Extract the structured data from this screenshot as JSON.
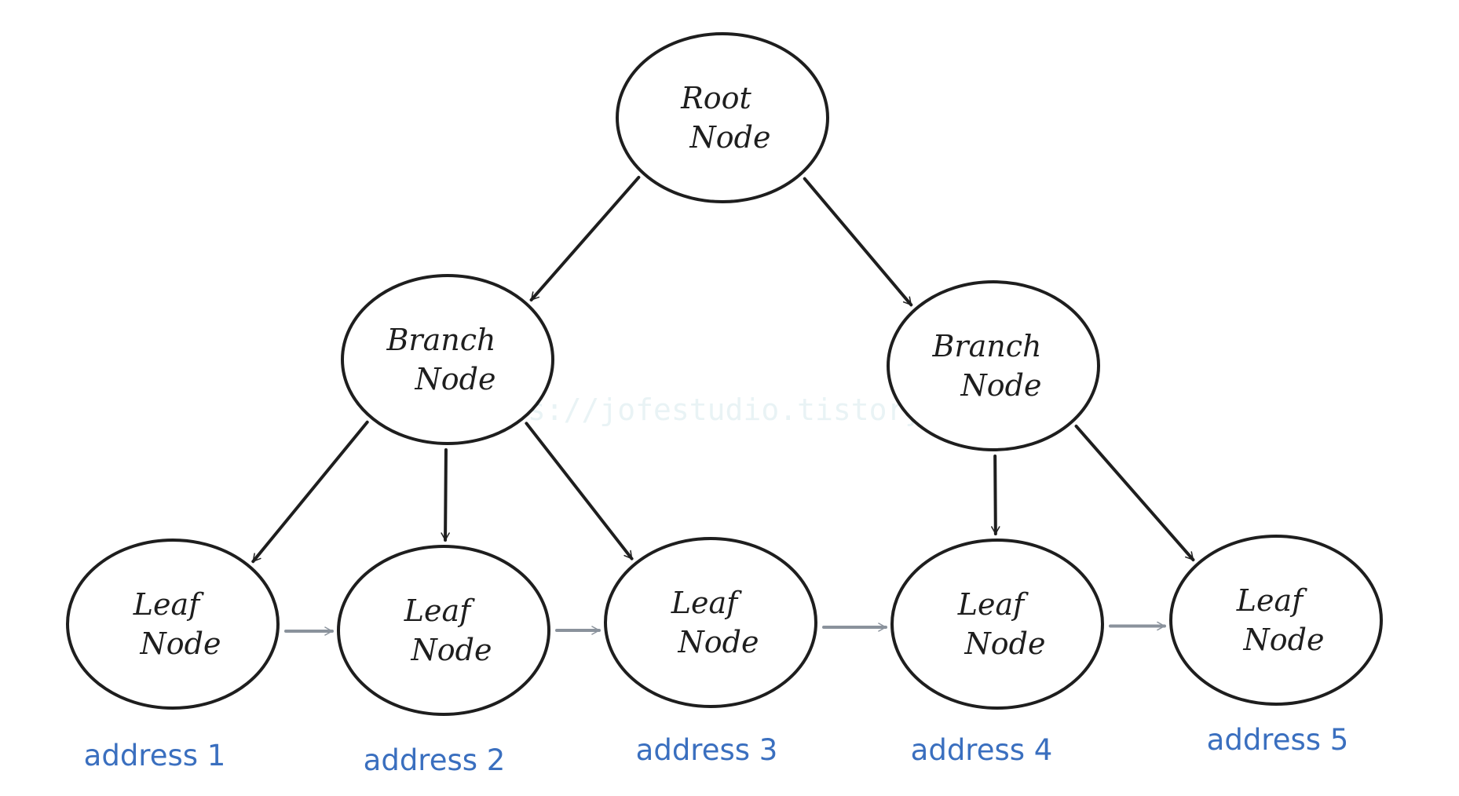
{
  "colors": {
    "ink": "#1e1e1e",
    "address": "#3a6fbf",
    "link_arrow": "#8a929c",
    "watermark": "#cfe6ea"
  },
  "watermark": "https://jofestudio.tistory.com/",
  "nodes": [
    {
      "id": "root",
      "line1": "Root",
      "line2": "Node"
    },
    {
      "id": "branch-1",
      "line1": "Branch",
      "line2": "Node"
    },
    {
      "id": "branch-2",
      "line1": "Branch",
      "line2": "Node"
    },
    {
      "id": "leaf-1",
      "line1": "Leaf",
      "line2": "Node"
    },
    {
      "id": "leaf-2",
      "line1": "Leaf",
      "line2": "Node"
    },
    {
      "id": "leaf-3",
      "line1": "Leaf",
      "line2": "Node"
    },
    {
      "id": "leaf-4",
      "line1": "Leaf",
      "line2": "Node"
    },
    {
      "id": "leaf-5",
      "line1": "Leaf",
      "line2": "Node"
    }
  ],
  "addresses": [
    "address 1",
    "address 2",
    "address 3",
    "address 4",
    "address 5"
  ],
  "edges": [
    {
      "from": "root",
      "to": "branch-1"
    },
    {
      "from": "root",
      "to": "branch-2"
    },
    {
      "from": "branch-1",
      "to": "leaf-1"
    },
    {
      "from": "branch-1",
      "to": "leaf-2"
    },
    {
      "from": "branch-1",
      "to": "leaf-3"
    },
    {
      "from": "branch-2",
      "to": "leaf-4"
    },
    {
      "from": "branch-2",
      "to": "leaf-5"
    }
  ],
  "leaf_links": [
    {
      "from": "leaf-1",
      "to": "leaf-2"
    },
    {
      "from": "leaf-2",
      "to": "leaf-3"
    },
    {
      "from": "leaf-3",
      "to": "leaf-4"
    },
    {
      "from": "leaf-4",
      "to": "leaf-5"
    }
  ]
}
